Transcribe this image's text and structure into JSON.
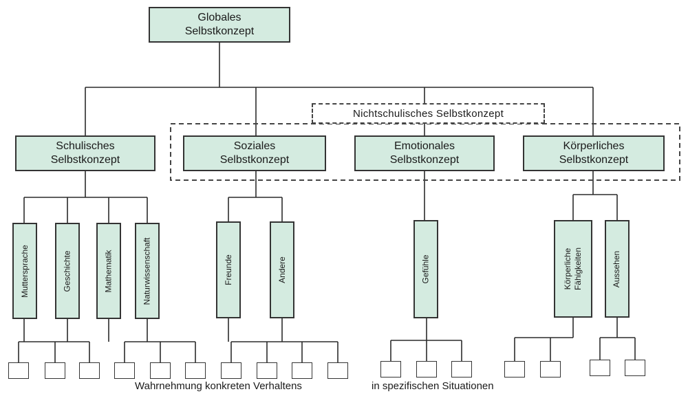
{
  "root": {
    "line1": "Globales",
    "line2": "Selbstkonzept"
  },
  "nonacademic_label": "Nichtschulisches Selbstkonzept",
  "branches": {
    "schulisch": {
      "line1": "Schulisches",
      "line2": "Selbstkonzept"
    },
    "sozial": {
      "line1": "Soziales",
      "line2": "Selbstkonzept"
    },
    "emotional": {
      "line1": "Emotionales",
      "line2": "Selbstkonzept"
    },
    "koerperlich": {
      "line1": "Körperliches",
      "line2": "Selbstkonzept"
    }
  },
  "subdomains": {
    "muttersprache": "Muttersprache",
    "geschichte": "Geschichte",
    "mathematik": "Mathematik",
    "naturwissenschaft": "Naturwissenschaft",
    "freunde": "Freunde",
    "andere": "Andere",
    "gefuehle": "Gefühle",
    "koerperliche_faehigkeiten_1": "Körperliche",
    "koerperliche_faehigkeiten_2": "Fähigkeiten",
    "aussehen": "Aussehen"
  },
  "footer": {
    "left": "Wahrnehmung konkreten Verhaltens",
    "right": "in spezifischen Situationen"
  }
}
